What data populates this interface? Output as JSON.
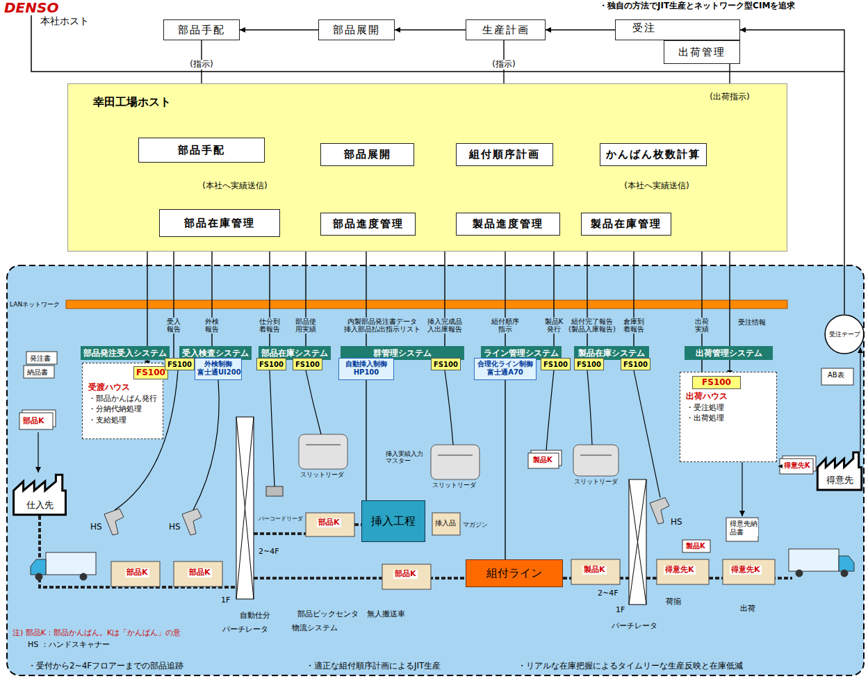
{
  "diagram": {
    "nodes": [
      {
        "text": [
          "部品手配"
        ]
      },
      {
        "text": [
          "部品展開"
        ]
      },
      {
        "text": [
          "生産計画"
        ]
      },
      {
        "text": [
          "受注"
        ]
      },
      {
        "text": [
          "出荷管理"
        ]
      },
      {
        "text": [
          "幸田工場ホスト"
        ]
      },
      {
        "text": [
          "部品手配"
        ],
        "in": 5
      },
      {
        "text": [
          "部品展開"
        ],
        "in": 5
      },
      {
        "text": [
          "組付順序計画"
        ],
        "in": 5
      },
      {
        "text": [
          "かんばん枚数計算"
        ],
        "in": 5
      },
      {
        "text": [
          "部品在庫管理"
        ],
        "in": 5
      },
      {
        "text": [
          "部品進度管理"
        ],
        "in": 5
      },
      {
        "text": [
          "製品進度管理"
        ],
        "in": 5
      },
      {
        "text": [
          "製品在庫管理"
        ],
        "in": 5
      },
      {
        "text": [
          "部品発注受入システム"
        ]
      },
      {
        "text": [
          "受入検査システム"
        ]
      },
      {
        "text": [
          "部品在庫システム"
        ]
      },
      {
        "text": [
          "群管理システム"
        ]
      },
      {
        "text": [
          "ライン管理システム"
        ]
      },
      {
        "text": [
          "製品在庫システム"
        ]
      },
      {
        "text": [
          "出荷管理システム"
        ]
      },
      {
        "text": [
          "受渡ハウス",
          "・部品かんばん発行",
          "・分納代納処理",
          "・支給処理"
        ]
      },
      {
        "text": [
          "FS100"
        ],
        "in": 21
      },
      {
        "text": [
          "FS100"
        ]
      },
      {
        "text": [
          "外検制御 富士通UI200"
        ]
      },
      {
        "text": [
          "FS100"
        ]
      },
      {
        "text": [
          "FS100"
        ]
      },
      {
        "text": [
          "自動挿入制御 HP100"
        ]
      },
      {
        "text": [
          "FS100"
        ]
      },
      {
        "text": [
          "合理化ライン制御 富士通A70"
        ]
      },
      {
        "text": [
          "FS100"
        ]
      },
      {
        "text": [
          "FS100"
        ]
      },
      {
        "text": [
          "FS100"
        ]
      },
      {
        "text": [
          "出荷ハウス",
          "・受注処理",
          "・出荷処理"
        ]
      },
      {
        "text": [
          "FS100"
        ],
        "in": 33
      },
      {
        "text": [
          "仕入先"
        ]
      },
      {
        "text": [
          "挿入工程"
        ]
      },
      {
        "text": [
          "組付ライン"
        ]
      },
      {
        "text": [
          "得意先"
        ]
      },
      {
        "text": [
          "受注テープ"
        ]
      }
    ],
    "edges": [
      {
        "from": 1,
        "to": 0,
        "arrow": "to"
      },
      {
        "from": 2,
        "to": 1,
        "arrow": "to"
      },
      {
        "from": 3,
        "to": 2,
        "arrow": "to"
      },
      {
        "from": 0,
        "to": 6,
        "arrow": "to",
        "label": "(指示)"
      },
      {
        "from": 2,
        "to": 8,
        "arrow": "to",
        "label": "(指示)"
      },
      {
        "from": 7,
        "to": 6,
        "arrow": "to"
      },
      {
        "from": 8,
        "to": 7,
        "arrow": "to"
      },
      {
        "from": 9,
        "to": 8,
        "arrow": "to"
      },
      {
        "from": 13,
        "to": 8,
        "arrow": "to"
      },
      {
        "from": 10,
        "to": 6,
        "arrow": "to"
      },
      {
        "from": 10,
        "to": 6,
        "arrow": "to",
        "label": "(本社へ実績送信)"
      },
      {
        "from": 11,
        "to": 10,
        "arrow": "to"
      },
      {
        "from": 8,
        "to": 11,
        "arrow": "none"
      },
      {
        "from": 8,
        "to": 12,
        "arrow": "none"
      },
      {
        "from": 13,
        "to": 9,
        "arrow": "to",
        "label": "(本社へ実績送信)"
      },
      {
        "from": 6,
        "to": 22,
        "arrow": "to"
      },
      {
        "from": 23,
        "to": 10,
        "arrow": "to",
        "label": "受入報告"
      },
      {
        "from": 24,
        "to": 10,
        "arrow": "to",
        "label": "外検報告"
      },
      {
        "from": 25,
        "to": 10,
        "arrow": "to",
        "label": "仕分到着報告"
      },
      {
        "from": 26,
        "to": 10,
        "arrow": "to",
        "label": "部品使用実績"
      },
      {
        "from": 11,
        "to": 27,
        "arrow": "to",
        "label": "内製部品発注書データ 挿入部品払出指示リスト"
      },
      {
        "from": 28,
        "to": 11,
        "arrow": "to",
        "label": "挿入完成品入出庫報告"
      },
      {
        "from": 12,
        "to": 29,
        "arrow": "to",
        "label": "組付順序指示"
      },
      {
        "from": 12,
        "to": 30,
        "arrow": "to",
        "label": "製品K発行"
      },
      {
        "from": 31,
        "to": 13,
        "arrow": "to",
        "label": "組付完了報告(製品入庫報告)"
      },
      {
        "from": 32,
        "to": 13,
        "arrow": "to",
        "label": "倉庫到着報告"
      },
      {
        "from": 34,
        "to": 13,
        "arrow": "to",
        "label": "出荷実績"
      },
      {
        "from": 4,
        "to": 34,
        "arrow": "to",
        "label": "(出荷指示)"
      },
      {
        "from": 39,
        "to": 3,
        "arrow": "to"
      },
      {
        "from": 27,
        "to": 36,
        "arrow": "none"
      },
      {
        "from": 29,
        "to": 37,
        "arrow": "none"
      }
    ],
    "labels": [
      "DENSO",
      "本社ホスト",
      "・独自の方法でJIT生産とネットワーク型CIMを追求",
      "LANネットワーク",
      "受注情報",
      "発注書",
      "納品書",
      "部品K",
      "HS",
      "HS",
      "部品K",
      "部品K",
      "2~4F",
      "1F",
      "パーチレータ",
      "自動仕分",
      "バーコードリーダ",
      "スリットリーダ",
      "部品K",
      "挿入実績入力マスター",
      "スリットリーダ",
      "挿入品",
      "マガジン",
      "部品K",
      "無人搬送車",
      "部品ピックセンタ",
      "物流システム",
      "製品K",
      "スリットリーダ",
      "製品K",
      "2~4F",
      "1F",
      "パーチレータ",
      "HS",
      "製品K",
      "得意先K",
      "得意先K",
      "荷揃",
      "出荷",
      "得意先納品書",
      "得意先K",
      "AB表",
      "注) 部品K：部品かんばん。Kは「かんばん」の意",
      "HS ：ハンドスキャナー",
      "・受付から2~4Fフロアーまでの部品追跡",
      "・適正な組付順序計画によるJIT生産",
      "・リアルな在庫把握によるタイムリーな生産反映と在庫低減"
    ]
  }
}
